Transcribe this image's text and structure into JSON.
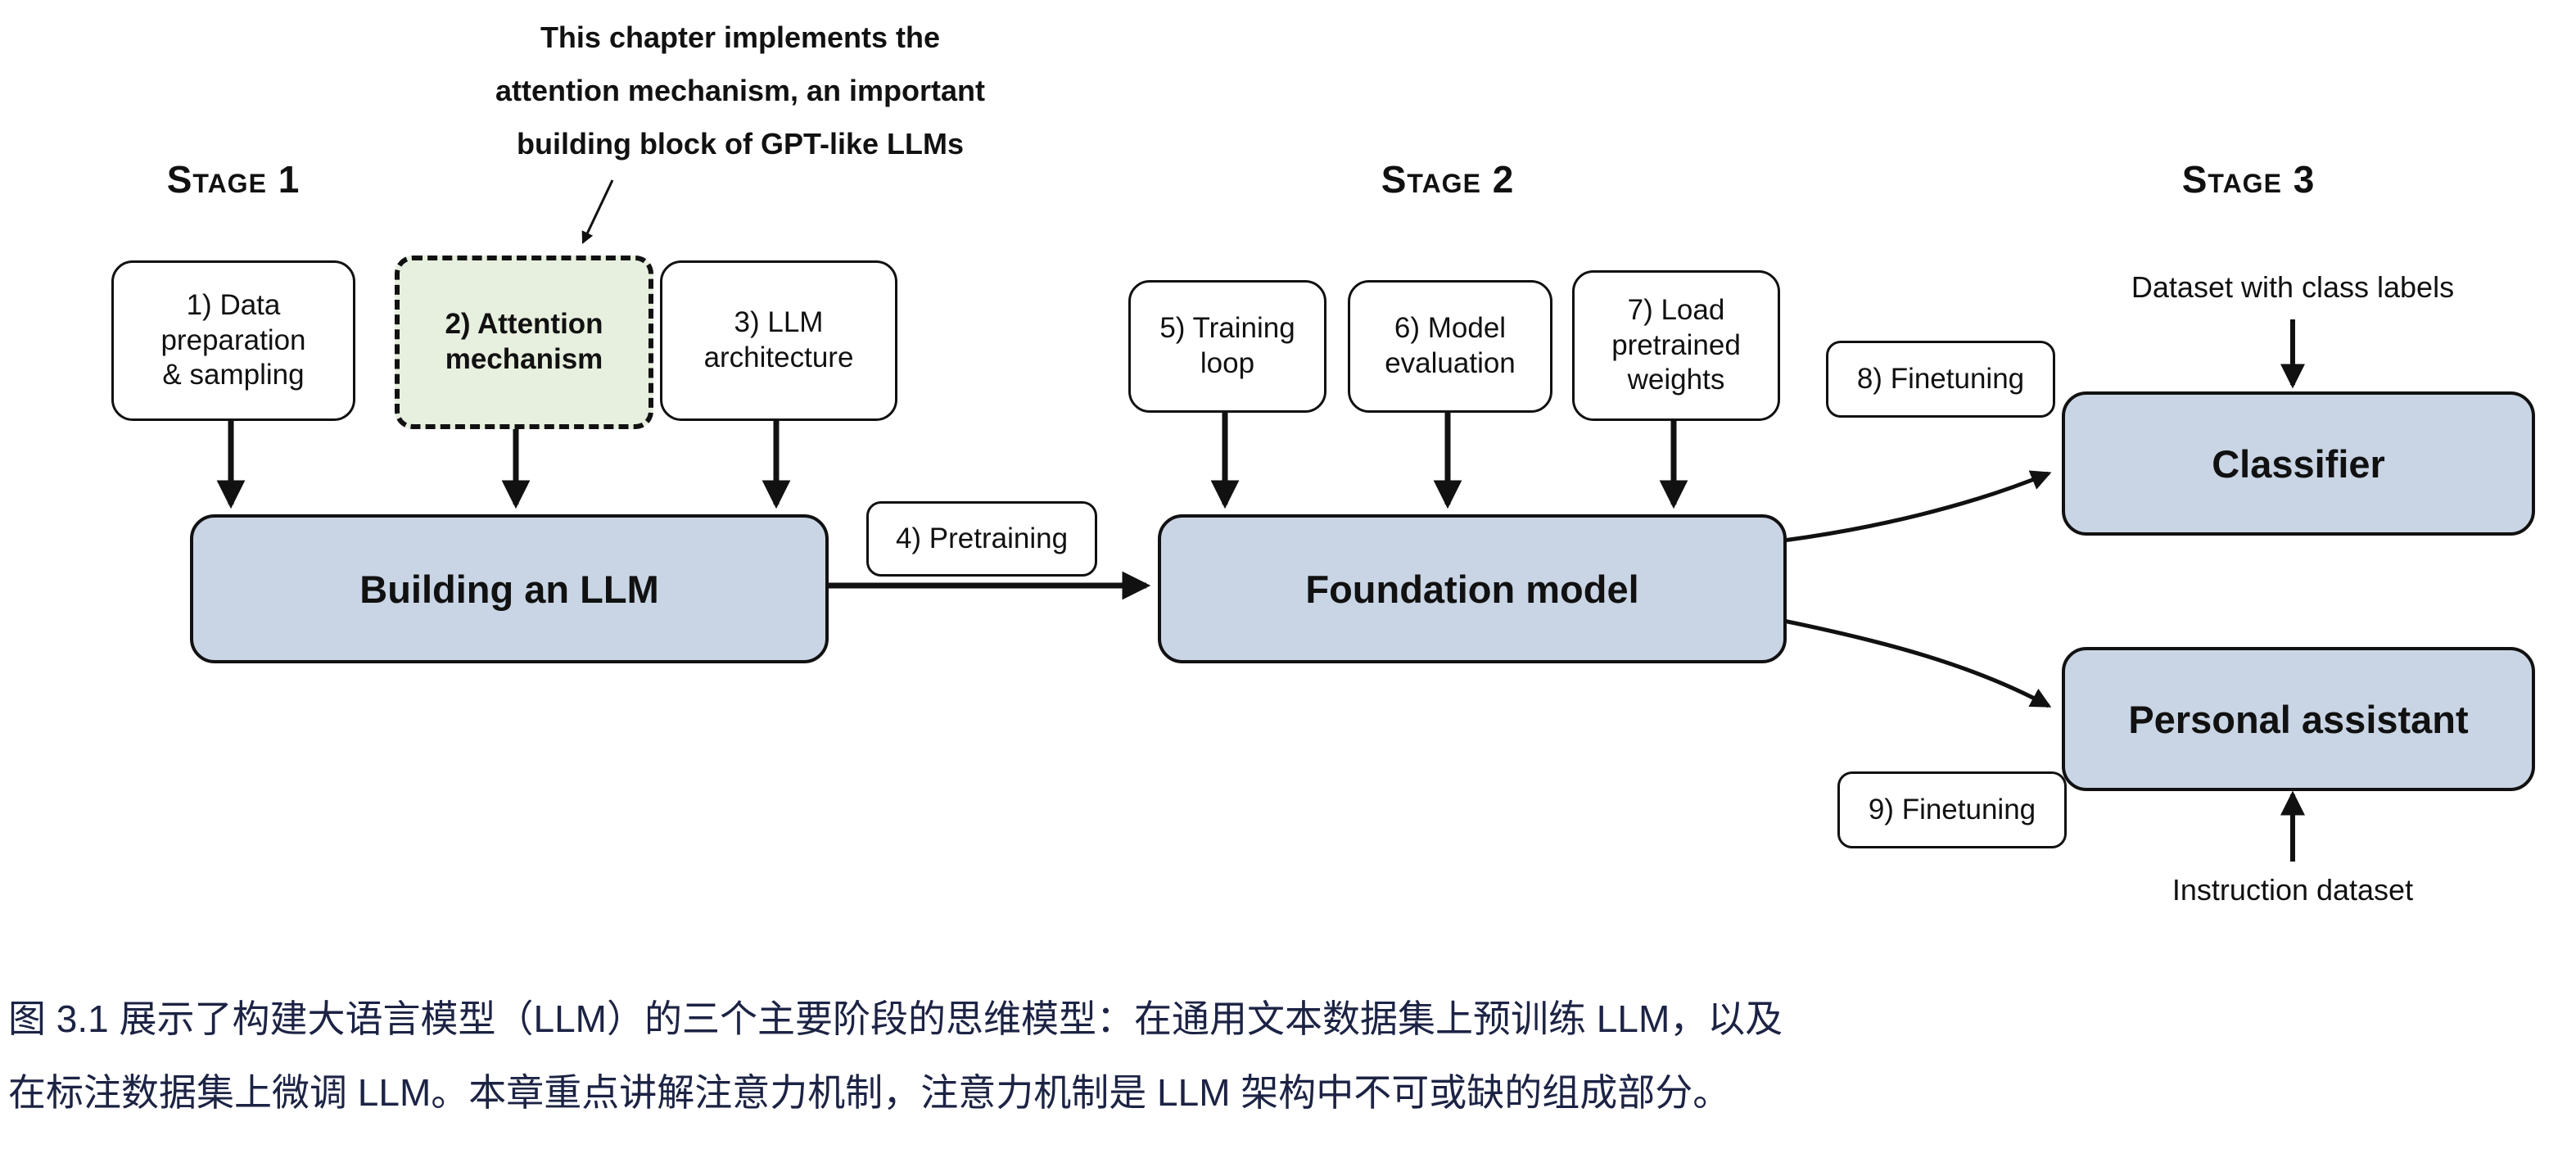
{
  "annotation": {
    "text": "This chapter implements the\nattention mechanism, an important\nbuilding block of GPT-like LLMs"
  },
  "stages": {
    "stage1": "Stage 1",
    "stage2": "Stage 2",
    "stage3": "Stage 3"
  },
  "boxes": {
    "data_preparation": "1) Data\npreparation\n& sampling",
    "attention_mechanism": "2) Attention\nmechanism",
    "llm_architecture": "3) LLM\narchitecture",
    "building_llm": "Building an LLM",
    "pretraining": "4) Pretraining",
    "training_loop": "5) Training\nloop",
    "model_evaluation": "6) Model\nevaluation",
    "load_pretrained_weights": "7) Load\npretrained\nweights",
    "foundation_model": "Foundation model",
    "finetuning_classifier": "8) Finetuning",
    "finetuning_assistant": "9) Finetuning",
    "classifier": "Classifier",
    "personal_assistant": "Personal assistant"
  },
  "labels": {
    "dataset_class": "Dataset with class labels",
    "instruction_dataset": "Instruction dataset"
  },
  "caption": "图 3.1 展示了构建大语言模型（LLM）的三个主要阶段的思维模型：在通用文本数据集上预训练 LLM，以及\n在标注数据集上微调 LLM。本章重点讲解注意力机制，注意力机制是 LLM 架构中不可或缺的组成部分。",
  "colors": {
    "big_box_fill": "#c9d5e4",
    "attention_box_fill": "#e7efdf",
    "border": "#111111",
    "caption_text": "#1c2344",
    "background": "#ffffff"
  }
}
